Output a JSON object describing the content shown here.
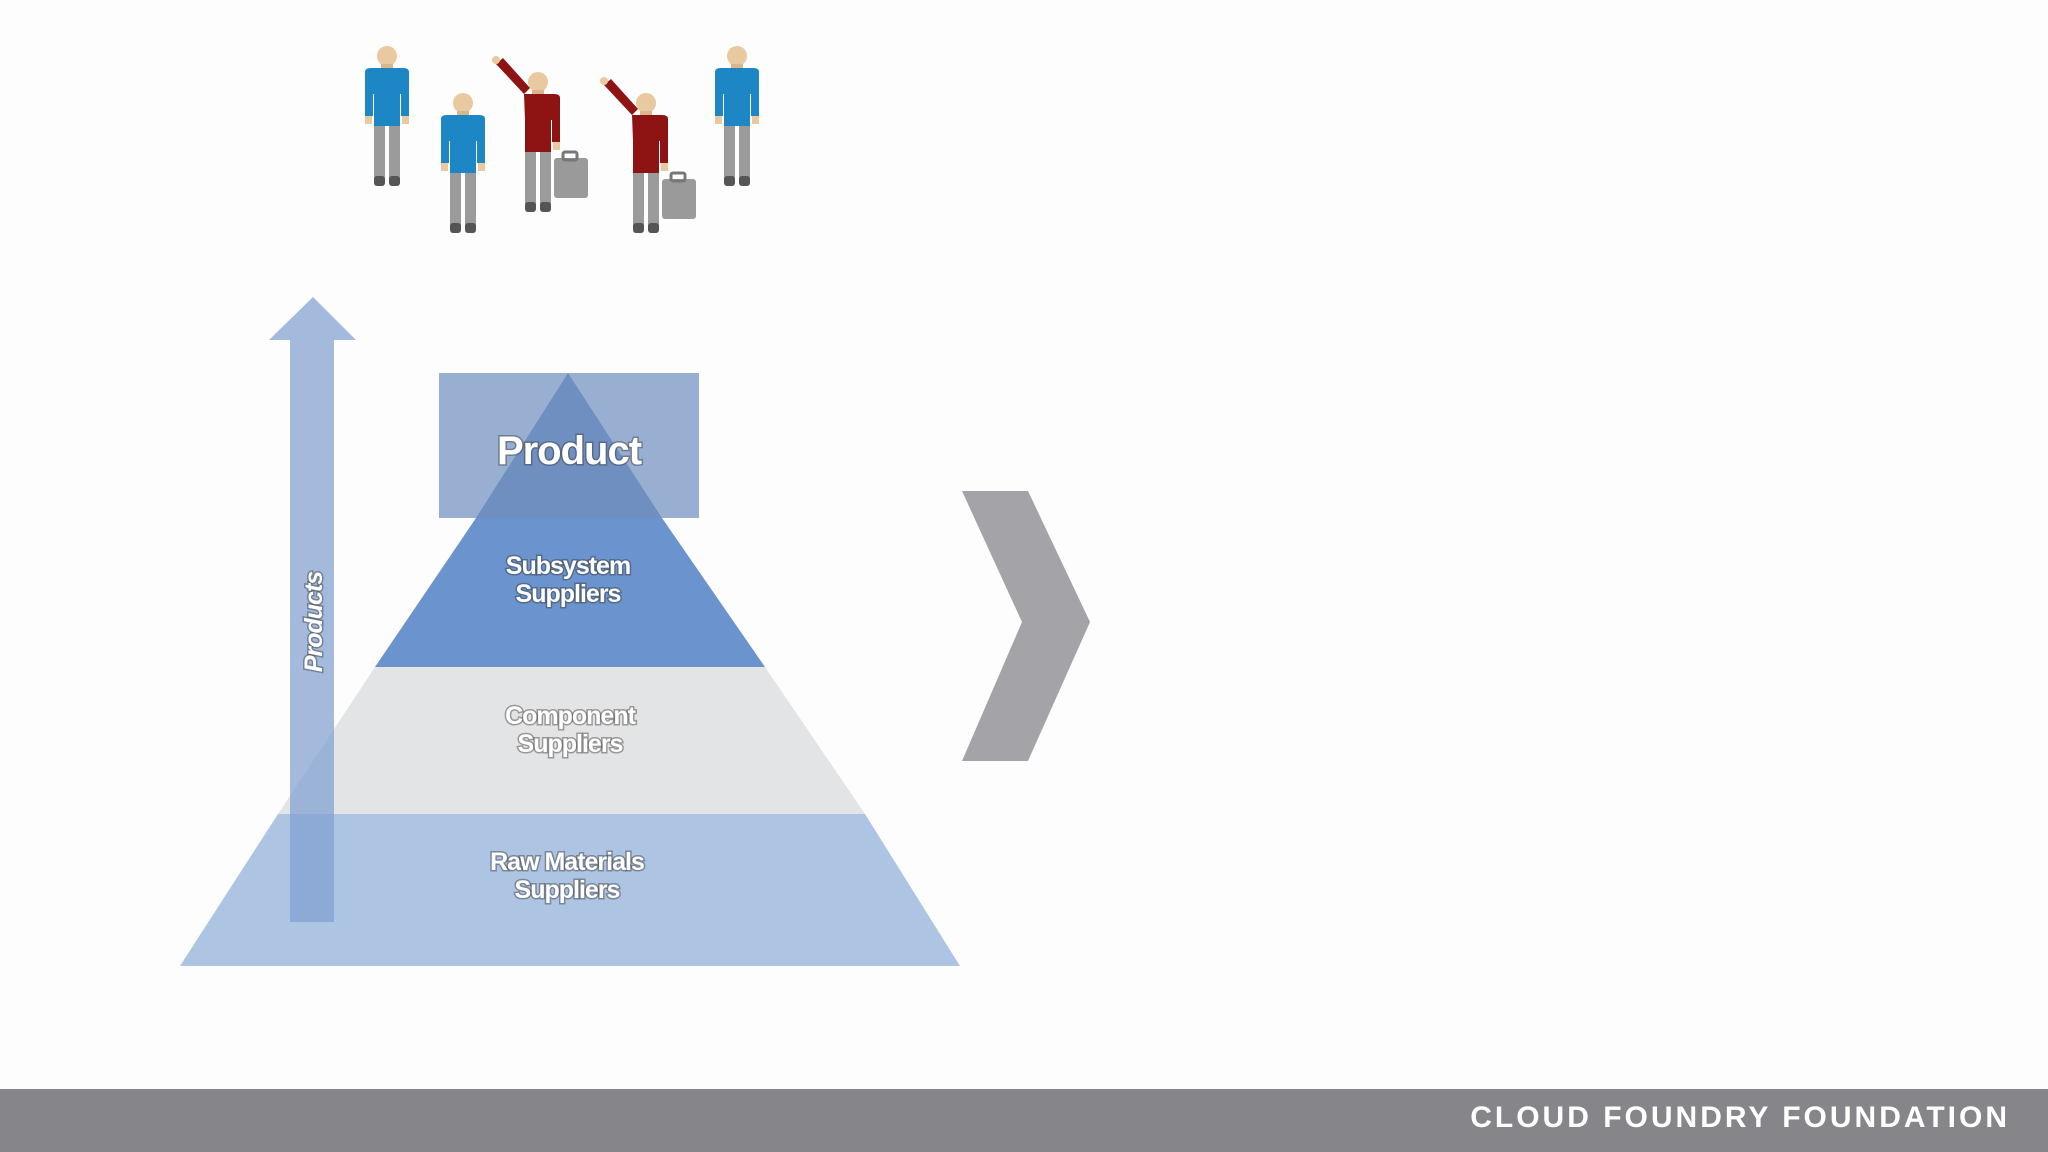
{
  "diagram": {
    "tiers": [
      {
        "id": "product",
        "label": "Product"
      },
      {
        "id": "subsystem",
        "label_lines": [
          "Subsystem",
          "Suppliers"
        ]
      },
      {
        "id": "component",
        "label_lines": [
          "Component",
          "Suppliers"
        ]
      },
      {
        "id": "raw",
        "label_lines": [
          "Raw Materials",
          "Suppliers"
        ]
      }
    ],
    "arrow_label": "Products",
    "people_icon": "person-icon",
    "next_icon": "chevron-right-icon"
  },
  "footer": {
    "brand": "CLOUD FOUNDRY FOUNDATION"
  },
  "colors": {
    "product_box": "#7c98c4",
    "subsystem": "#6b93cd",
    "component": "#e3e4e5",
    "raw": "#a6bfe0",
    "arrow": "#7fa0d0",
    "chevron": "#9a9a9e",
    "footer": "#85858a",
    "shirt_blue": "#1d86c4",
    "shirt_red": "#8e1414"
  }
}
